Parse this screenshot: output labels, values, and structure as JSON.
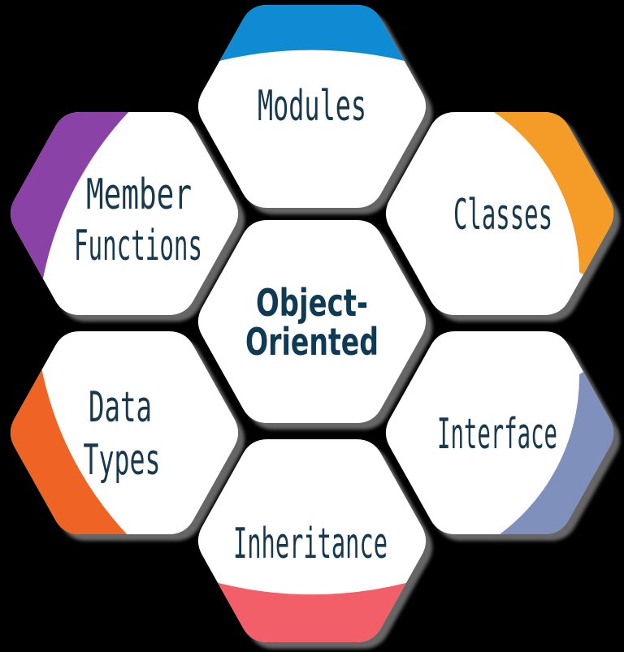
{
  "title": "Object-Oriented concepts hexagon diagram",
  "colors": {
    "background": "#000000",
    "hexagon_fill": "#ffffff",
    "shadow": "#666666",
    "label_text": "#17384D",
    "center_text": "#0E3A54"
  },
  "center_hexagon": {
    "id": "object-oriented",
    "label_lines": [
      "Object-",
      "Oriented"
    ]
  },
  "hexagons": [
    {
      "id": "modules",
      "label": "Modules",
      "accent_color": "#0F8BD3",
      "accent_position": "top"
    },
    {
      "id": "classes",
      "label": "Classes",
      "accent_color": "#F59B28",
      "accent_position": "top-right"
    },
    {
      "id": "interface",
      "label": "Interface",
      "accent_color": "#8090BC",
      "accent_position": "bottom-right"
    },
    {
      "id": "inheritance",
      "label": "Inheritance",
      "accent_color": "#F35F69",
      "accent_position": "bottom"
    },
    {
      "id": "data-types",
      "label_lines": [
        "Data",
        "Types"
      ],
      "accent_color": "#EF6425",
      "accent_position": "left"
    },
    {
      "id": "member-functions",
      "label_lines": [
        "Member",
        "Functions"
      ],
      "accent_color": "#8B42A7",
      "accent_position": "top-left"
    }
  ]
}
